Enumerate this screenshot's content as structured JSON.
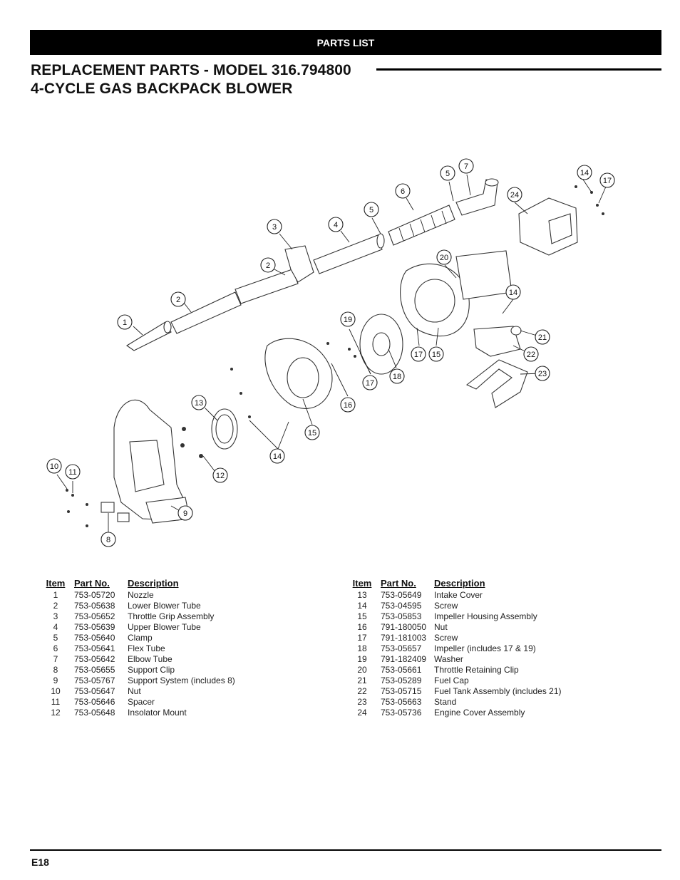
{
  "banner": {
    "text": "PARTS LIST"
  },
  "title": {
    "line1": "REPLACEMENT PARTS - MODEL 316.794800",
    "line2": "4-CYCLE GAS BACKPACK BLOWER"
  },
  "callouts": [
    "1",
    "2",
    "2",
    "3",
    "4",
    "5",
    "5",
    "6",
    "7",
    "8",
    "9",
    "10",
    "11",
    "12",
    "13",
    "14",
    "14",
    "14",
    "15",
    "15",
    "16",
    "17",
    "17",
    "17",
    "18",
    "19",
    "20",
    "21",
    "22",
    "23",
    "24"
  ],
  "table": {
    "headers": {
      "item": "Item",
      "part_no": "Part No.",
      "description": "Description"
    },
    "left": [
      {
        "item": "1",
        "part_no": "753-05720",
        "description": "Nozzle"
      },
      {
        "item": "2",
        "part_no": "753-05638",
        "description": "Lower Blower Tube"
      },
      {
        "item": "3",
        "part_no": "753-05652",
        "description": "Throttle Grip Assembly"
      },
      {
        "item": "4",
        "part_no": "753-05639",
        "description": "Upper Blower Tube"
      },
      {
        "item": "5",
        "part_no": "753-05640",
        "description": "Clamp"
      },
      {
        "item": "6",
        "part_no": "753-05641",
        "description": "Flex Tube"
      },
      {
        "item": "7",
        "part_no": "753-05642",
        "description": "Elbow Tube"
      },
      {
        "item": "8",
        "part_no": "753-05655",
        "description": "Support Clip"
      },
      {
        "item": "9",
        "part_no": "753-05767",
        "description": "Support System (includes 8)"
      },
      {
        "item": "10",
        "part_no": "753-05647",
        "description": "Nut"
      },
      {
        "item": "11",
        "part_no": "753-05646",
        "description": "Spacer"
      },
      {
        "item": "12",
        "part_no": "753-05648",
        "description": "Insolator Mount"
      }
    ],
    "right": [
      {
        "item": "13",
        "part_no": "753-05649",
        "description": "Intake Cover"
      },
      {
        "item": "14",
        "part_no": "753-04595",
        "description": "Screw"
      },
      {
        "item": "15",
        "part_no": "753-05853",
        "description": "Impeller Housing Assembly"
      },
      {
        "item": "16",
        "part_no": "791-180050",
        "description": "Nut"
      },
      {
        "item": "17",
        "part_no": "791-181003",
        "description": "Screw"
      },
      {
        "item": "18",
        "part_no": "753-05657",
        "description": "Impeller (includes 17 & 19)"
      },
      {
        "item": "19",
        "part_no": "791-182409",
        "description": "Washer"
      },
      {
        "item": "20",
        "part_no": "753-05661",
        "description": "Throttle Retaining Clip"
      },
      {
        "item": "21",
        "part_no": "753-05289",
        "description": "Fuel Cap"
      },
      {
        "item": "22",
        "part_no": "753-05715",
        "description": "Fuel Tank Assembly (includes 21)"
      },
      {
        "item": "23",
        "part_no": "753-05663",
        "description": "Stand"
      },
      {
        "item": "24",
        "part_no": "753-05736",
        "description": "Engine Cover Assembly"
      }
    ]
  },
  "footer": {
    "page": "E18"
  }
}
